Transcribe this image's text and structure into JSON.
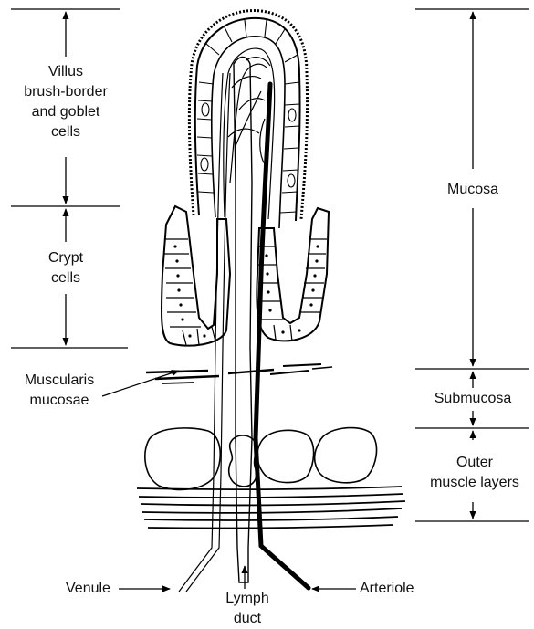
{
  "labels": {
    "villus_line1": "Villus",
    "villus_line2": "brush-border",
    "villus_line3": "and goblet",
    "villus_line4": "cells",
    "crypt_line1": "Crypt",
    "crypt_line2": "cells",
    "muscularis_line1": "Muscularis",
    "muscularis_line2": "mucosae",
    "mucosa": "Mucosa",
    "submucosa": "Submucosa",
    "outer_line1": "Outer",
    "outer_line2": "muscle layers",
    "venule": "Venule",
    "arteriole": "Arteriole",
    "lymph_line1": "Lymph",
    "lymph_line2": "duct"
  }
}
